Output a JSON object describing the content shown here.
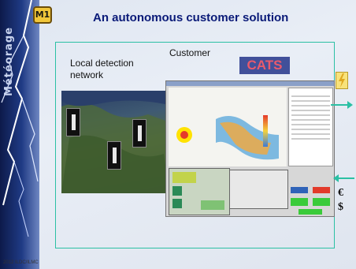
{
  "slide": {
    "title": "An autonomous customer solution",
    "brand": "Météorage",
    "logo_text": "M1",
    "customer_label": "Customer",
    "local_label_line1": "Local detection",
    "local_label_line2": "network",
    "cats_label": "CATS",
    "currency_euro": "€",
    "currency_dollar": "$",
    "footer": "2012 ILDC/ILMC"
  },
  "colors": {
    "title": "#0a1a78",
    "frame": "#2bc0a4",
    "cats_bg": "#41509a",
    "cats_text": "#e95a6c"
  }
}
